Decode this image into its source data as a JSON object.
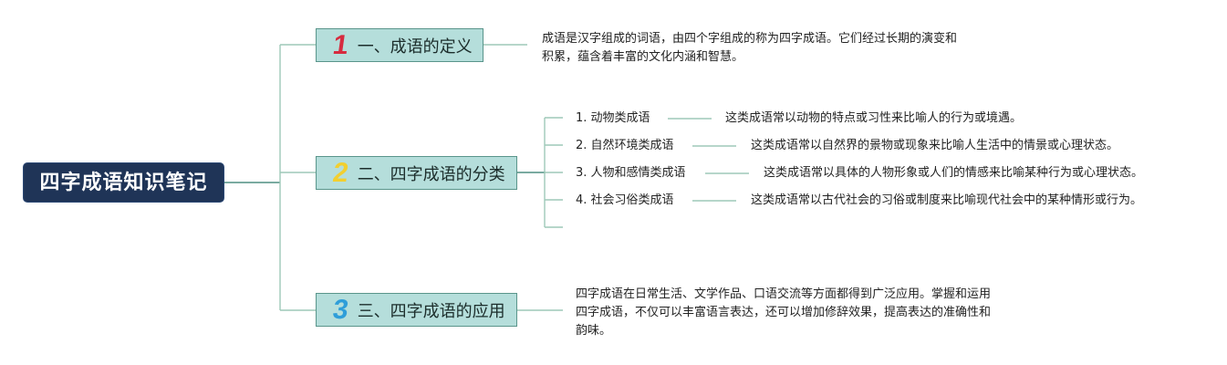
{
  "root": {
    "title": "四字成语知识笔记"
  },
  "sections": [
    {
      "number": "1",
      "number_color": "#d62b3f",
      "title": "一、成语的定义",
      "lines": [
        "成语是汉字组成的词语，由四个字组成的称为四字成语。它们经过长期的演变和",
        "积累，蕴含着丰富的文化内涵和智慧。"
      ]
    },
    {
      "number": "2",
      "number_color": "#f2cf2f",
      "title": "二、四字成语的分类",
      "categories": [
        {
          "name": "1. 动物类成语",
          "desc": "这类成语常以动物的特点或习性来比喻人的行为或境遇。"
        },
        {
          "name": "2. 自然环境类成语",
          "desc": "这类成语常以自然界的景物或现象来比喻人生活中的情景或心理状态。"
        },
        {
          "name": "3. 人物和感情类成语",
          "desc": "这类成语常以具体的人物形象或人们的情感来比喻某种行为或心理状态。"
        },
        {
          "name": "4. 社会习俗类成语",
          "desc": "这类成语常以古代社会的习俗或制度来比喻现代社会中的某种情形或行为。"
        }
      ]
    },
    {
      "number": "3",
      "number_color": "#2f9ed9",
      "title": "三、四字成语的应用",
      "lines": [
        "四字成语在日常生活、文学作品、口语交流等方面都得到广泛应用。掌握和运用",
        "四字成语，不仅可以丰富语言表达，还可以增加修辞效果，提高表达的准确性和",
        "韵味。"
      ]
    }
  ],
  "colors": {
    "root_fill": "#1f3457",
    "section_fill": "#b5dedb",
    "section_border": "#5a958b",
    "connector": "#9ec9b8"
  }
}
